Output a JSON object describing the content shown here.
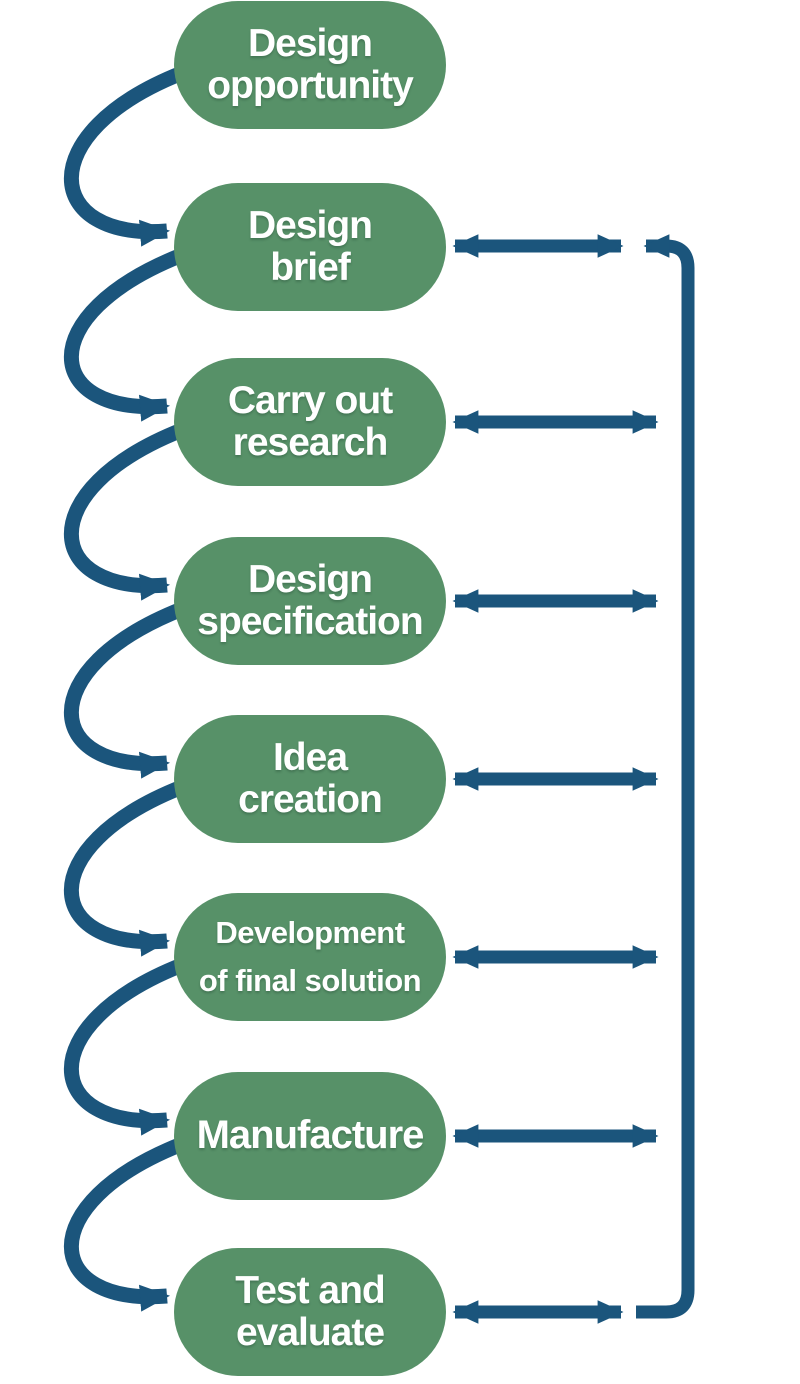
{
  "colors": {
    "step_green": "#579168",
    "arrow_blue": "#1b557c",
    "label_white": "#ffffff",
    "background": "#ffffff"
  },
  "steps": [
    {
      "label": "Design\nopportunity"
    },
    {
      "label": "Design\nbrief"
    },
    {
      "label": "Carry out\nresearch"
    },
    {
      "label": "Design\nspecification"
    },
    {
      "label": "Idea\ncreation"
    },
    {
      "label": "Development\nof final solution"
    },
    {
      "label": "Manufacture"
    },
    {
      "label": "Test and\nevaluate"
    }
  ],
  "flow": {
    "sequence": [
      "Design opportunity",
      "Design brief",
      "Carry out research",
      "Design specification",
      "Idea creation",
      "Development of final solution",
      "Manufacture",
      "Test and evaluate"
    ],
    "left_arrows": "curved arrow from each step down to the next step",
    "right_arrows": "bidirectional arrow on every step except Design opportunity",
    "feedback_loop": {
      "from_step": "Test and evaluate",
      "back_to": "Design brief",
      "side": "right"
    }
  }
}
